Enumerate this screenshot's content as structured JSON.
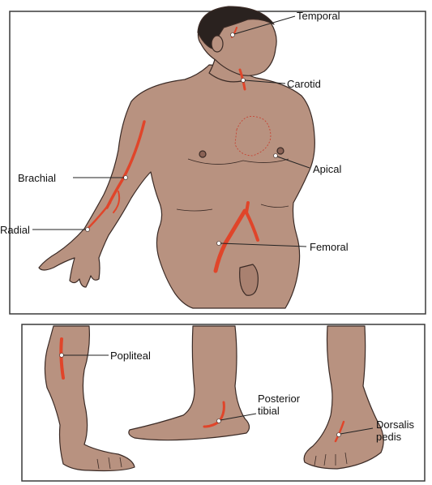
{
  "labels": {
    "temporal": "Temporal",
    "carotid": "Carotid",
    "brachial": "Brachial",
    "apical": "Apical",
    "radial": "Radial",
    "femoral": "Femoral",
    "popliteal": "Popliteal",
    "posterior_tibial_line1": "Posterior",
    "posterior_tibial_line2": "tibial",
    "dorsalis_pedis_line1": "Dorsalis",
    "dorsalis_pedis_line2": "pedis"
  },
  "colors": {
    "skin": "#b89280",
    "skin_shadow": "#9c7565",
    "outline": "#3a2a25",
    "hair": "#2a221f",
    "artery": "#e0452a",
    "frame_border": "#3a3a3a"
  }
}
